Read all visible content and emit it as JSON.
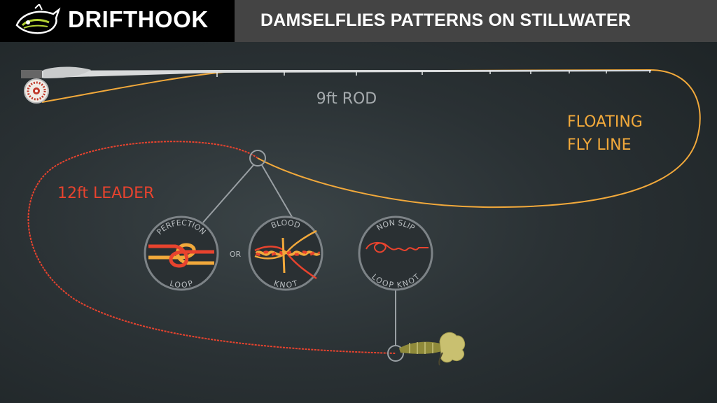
{
  "header": {
    "brand": "DRIFTHOOK",
    "title": "DAMSELFLIES PATTERNS ON STILLWATER"
  },
  "labels": {
    "rod": "9ft ROD",
    "fly_line_1": "FLOATING",
    "fly_line_2": "FLY LINE",
    "leader": "12ft LEADER",
    "or": "OR"
  },
  "knots": [
    {
      "top": "PERFECTION",
      "bottom": "LOOP"
    },
    {
      "top": "BLOOD",
      "bottom": "KNOT"
    },
    {
      "top": "NON SLIP",
      "bottom": "LOOP KNOT"
    }
  ],
  "colors": {
    "fly_line": "#f2a93b",
    "leader": "#e8432e",
    "connector": "#9aa0a4",
    "header_bg": "#444444",
    "brand_bg": "#000000"
  },
  "icons": [
    "fish-logo-icon",
    "fly-reel-icon",
    "damselfly-nymph-icon"
  ]
}
